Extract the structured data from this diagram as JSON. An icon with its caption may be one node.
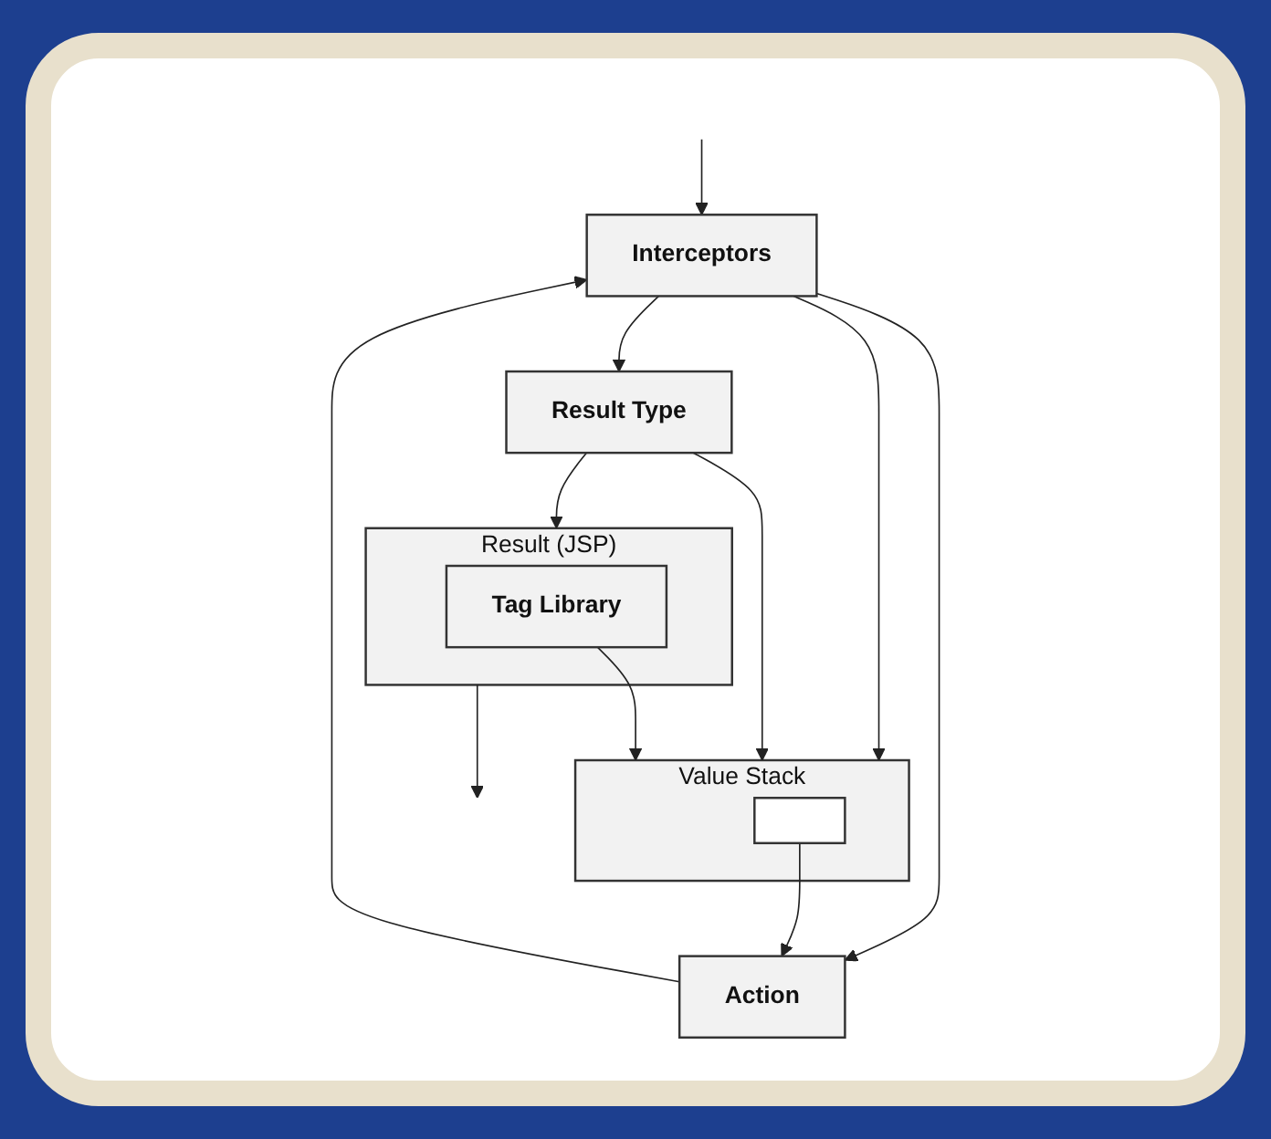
{
  "diagram": {
    "nodes": [
      {
        "text": [
          "Interceptors"
        ]
      },
      {
        "text": [
          "Action"
        ]
      },
      {
        "text": [
          "Value Stack"
        ]
      },
      {
        "text": [],
        "shape": "box",
        "in": 2
      },
      {
        "text": [
          "Result Type"
        ]
      },
      {
        "text": [
          "Result (JSP)"
        ]
      },
      {
        "text": [
          "Tag Library"
        ],
        "in": 5
      }
    ],
    "edges": [
      {
        "from": null,
        "to": 0,
        "arrow": "to"
      },
      {
        "from": 0,
        "to": 1,
        "arrow": "to"
      },
      {
        "from": 1,
        "to": 0,
        "arrow": "to"
      },
      {
        "from": 0,
        "to": 2,
        "arrow": "to"
      },
      {
        "from": 4,
        "to": 2,
        "arrow": "to"
      },
      {
        "from": 0,
        "to": 4,
        "arrow": "to"
      },
      {
        "from": 3,
        "to": 1,
        "arrow": "to"
      },
      {
        "from": 4,
        "to": 5,
        "arrow": "to"
      },
      {
        "from": 6,
        "to": 2,
        "arrow": "to"
      },
      {
        "from": 5,
        "to": null,
        "arrow": "to"
      }
    ]
  }
}
